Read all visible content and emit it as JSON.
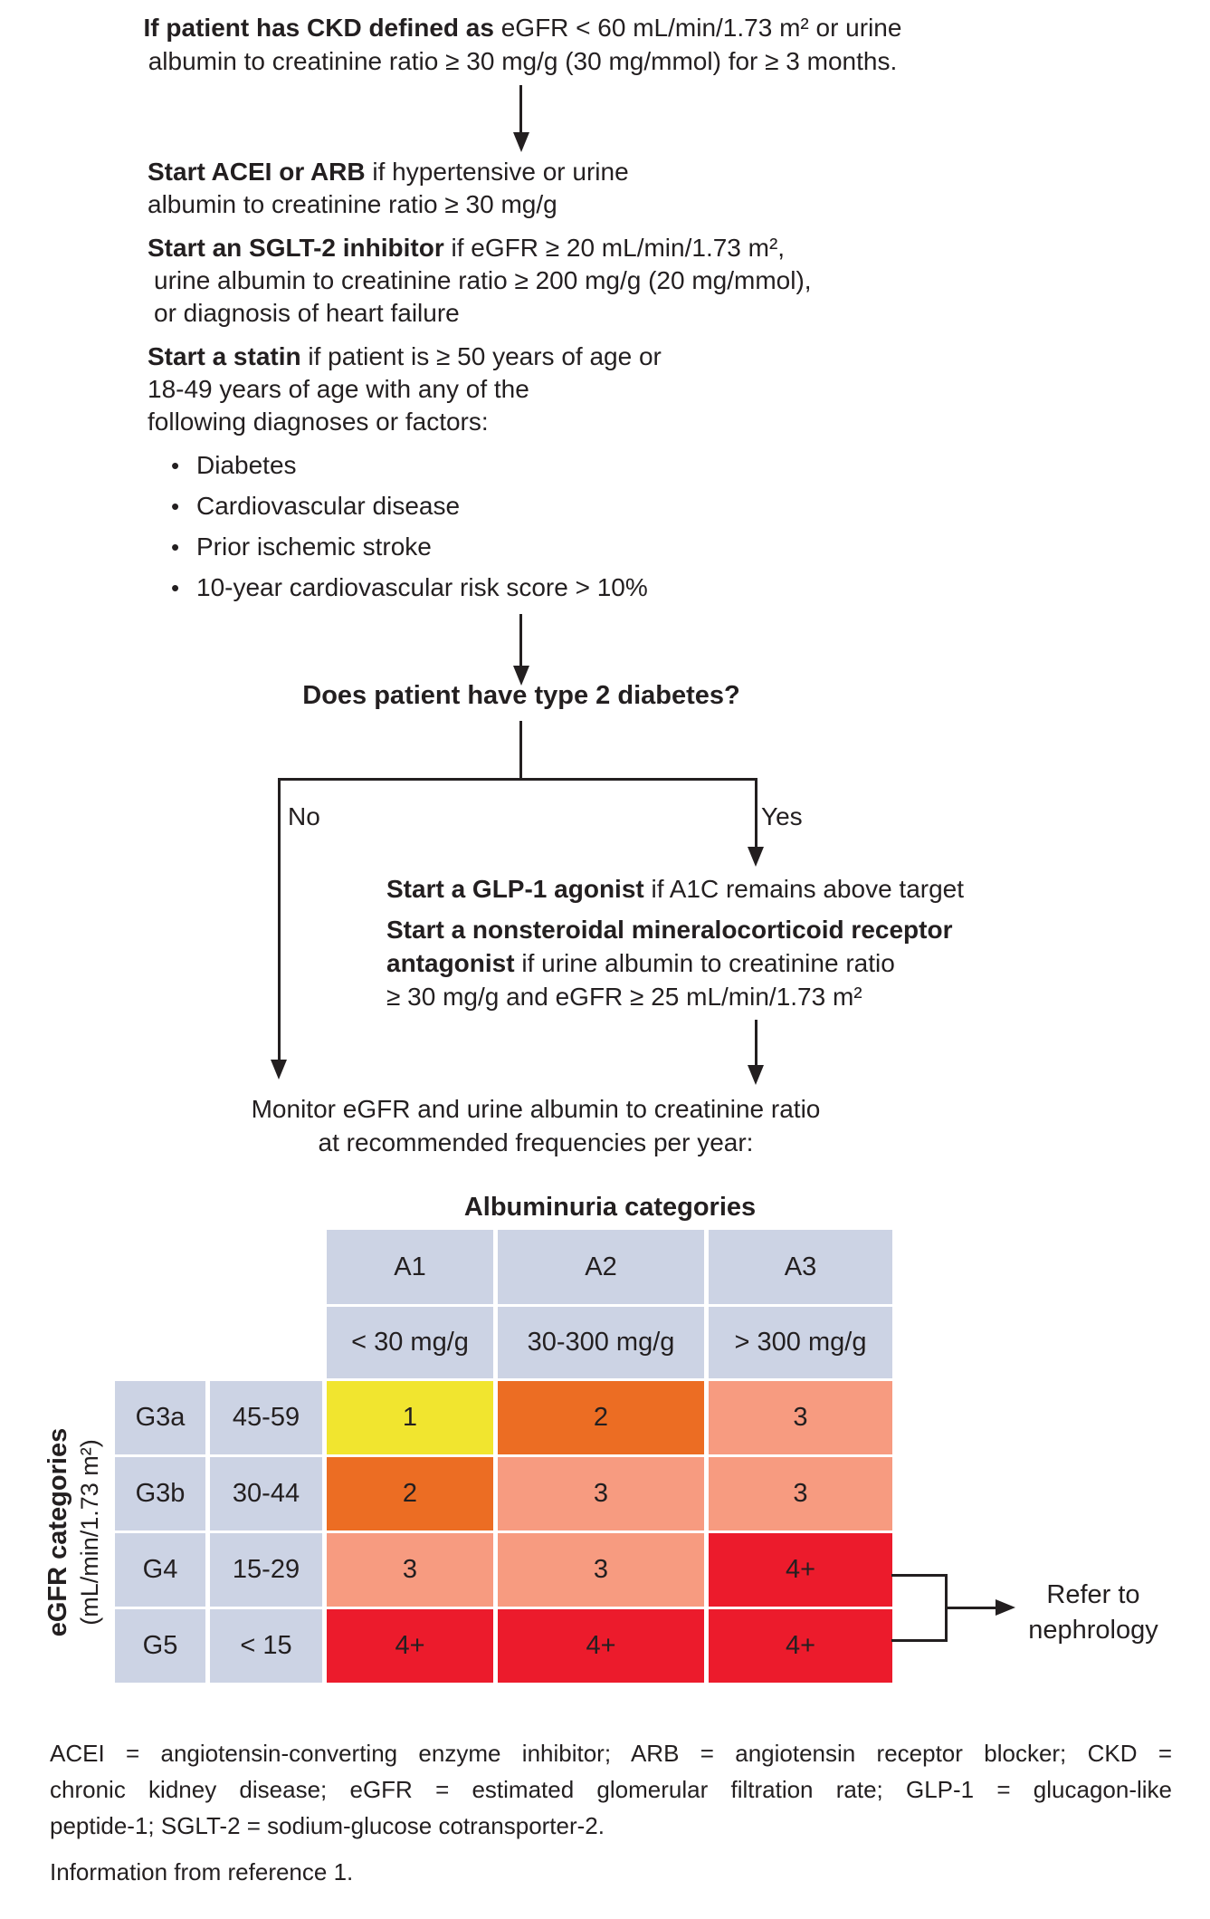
{
  "colors": {
    "ink": "#231f20",
    "header_blue": "#ccd3e4",
    "risk_1_yellow": "#f1e52f",
    "risk_2_orange": "#ec6d23",
    "risk_3_salmon": "#f79b80",
    "risk_4_red": "#ec1b2c"
  },
  "intro": {
    "line1_bold": "If patient has CKD defined as",
    "line1_rest": " eGFR < 60 mL/min/1.73 m² or urine",
    "line2": "albumin to creatinine ratio ≥ 30 mg/g (30 mg/mmol) for ≥ 3 months."
  },
  "treatment": {
    "acei": {
      "bold": "Start ACEI or ARB",
      "rest": " if hypertensive or urine",
      "line2": "albumin to creatinine ratio ≥ 30 mg/g"
    },
    "sglt2": {
      "bold": "Start an SGLT-2 inhibitor",
      "rest": " if eGFR ≥ 20 mL/min/1.73 m²,",
      "line2": "urine albumin to creatinine ratio ≥ 200 mg/g (20 mg/mmol),",
      "line3": "or diagnosis of heart failure"
    },
    "statin": {
      "bold": "Start a statin",
      "rest": " if patient is ≥ 50 years of age or",
      "line2": "18-49 years of age with any of the",
      "line3": "following diagnoses or factors:"
    },
    "bullets": [
      "Diabetes",
      "Cardiovascular disease",
      "Prior ischemic stroke",
      "10-year cardiovascular risk score > 10%"
    ]
  },
  "question": "Does patient have type 2 diabetes?",
  "branch": {
    "no": "No",
    "yes": "Yes"
  },
  "yes_actions": {
    "glp1_bold": "Start a GLP-1 agonist",
    "glp1_rest": " if A1C remains above target",
    "mra_bold_line1": "Start a nonsteroidal mineralocorticoid receptor",
    "mra_bold_line2": "antagonist",
    "mra_rest_line2": " if urine albumin to creatinine ratio",
    "mra_line3": "≥ 30 mg/g and eGFR ≥ 25 mL/min/1.73 m²"
  },
  "monitor": {
    "line1": "Monitor eGFR and urine albumin to creatinine ratio",
    "line2": "at recommended frequencies per year:"
  },
  "table": {
    "col_title": "Albuminuria categories",
    "row_title_bold": "eGFR categories",
    "row_title_sub": "(mL/min/1.73 m²)",
    "columns": [
      {
        "code": "A1",
        "range": "< 30 mg/g"
      },
      {
        "code": "A2",
        "range": "30-300 mg/g"
      },
      {
        "code": "A3",
        "range": "> 300 mg/g"
      }
    ],
    "rows": [
      {
        "code": "G3a",
        "range": "45-59",
        "cells": [
          {
            "value": "1",
            "color": "#f1e52f"
          },
          {
            "value": "2",
            "color": "#ec6d23"
          },
          {
            "value": "3",
            "color": "#f79b80"
          }
        ]
      },
      {
        "code": "G3b",
        "range": "30-44",
        "cells": [
          {
            "value": "2",
            "color": "#ec6d23"
          },
          {
            "value": "3",
            "color": "#f79b80"
          },
          {
            "value": "3",
            "color": "#f79b80"
          }
        ]
      },
      {
        "code": "G4",
        "range": "15-29",
        "cells": [
          {
            "value": "3",
            "color": "#f79b80"
          },
          {
            "value": "3",
            "color": "#f79b80"
          },
          {
            "value": "4+",
            "color": "#ec1b2c"
          }
        ]
      },
      {
        "code": "G5",
        "range": "< 15",
        "cells": [
          {
            "value": "4+",
            "color": "#ec1b2c"
          },
          {
            "value": "4+",
            "color": "#ec1b2c"
          },
          {
            "value": "4+",
            "color": "#ec1b2c"
          }
        ]
      }
    ]
  },
  "refer": {
    "line1": "Refer to",
    "line2": "nephrology"
  },
  "footnote_lines": [
    "ACEI = angiotensin-converting enzyme inhibitor; ARB = angiotensin receptor blocker; CKD =",
    "chronic kidney disease; eGFR = estimated glomerular filtration rate; GLP-1 = glucagon-like",
    "peptide-1; SGLT-2 = sodium-glucose cotransporter-2."
  ],
  "source": "Information from reference 1."
}
